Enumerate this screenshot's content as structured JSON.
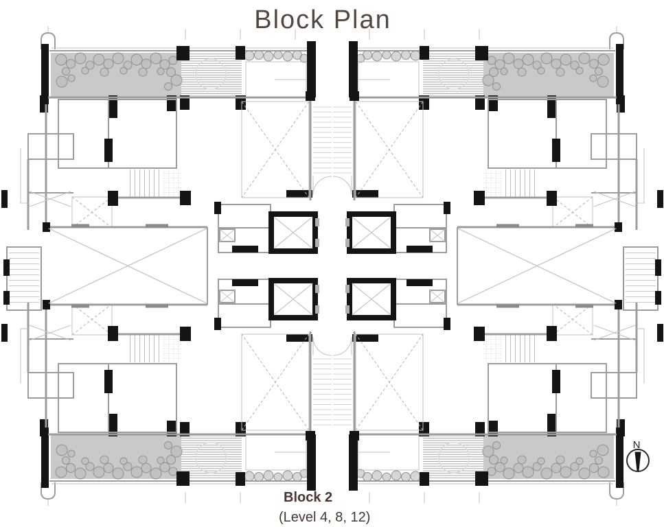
{
  "header": {
    "title": "Block Plan"
  },
  "caption": {
    "block_label": "Block 2",
    "levels_label": "(Level 4, 8, 12)"
  },
  "north_arrow": {
    "label": "N"
  },
  "colors": {
    "background": "#ffffff",
    "title_text": "#554740",
    "caption_text": "#47352e",
    "wall_black": "#141414",
    "wall_gray": "#9c9c9c",
    "wall_light": "#c2c2c2",
    "dash_line": "#b4b4b4",
    "terrace_fill": "#c9c9c9",
    "foliage_fill": "#bcbcbc",
    "foliage_stroke": "#909090"
  }
}
